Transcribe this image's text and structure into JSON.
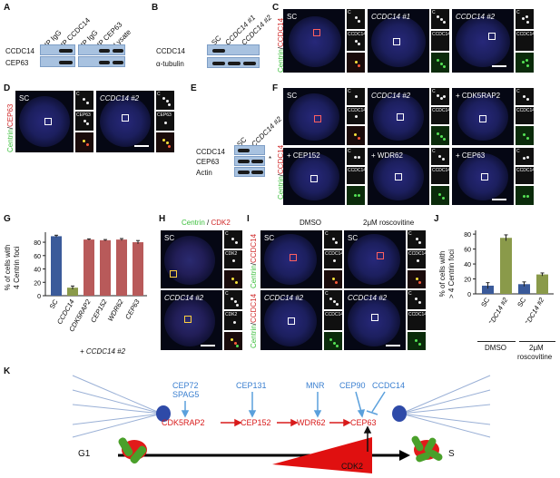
{
  "panels": {
    "A": {
      "label": "A",
      "lanes": [
        "IP IgG",
        "IP CCDC14",
        "IP IgG",
        "IP CEP63",
        "Lysate"
      ],
      "rows": [
        "CCDC14",
        "CEP63"
      ]
    },
    "B": {
      "label": "B",
      "lanes": [
        "SC",
        "CCDC14 #1",
        "CCDC14 #2"
      ],
      "rows": [
        "CCDC14",
        "α-tubulin"
      ]
    },
    "C": {
      "label": "C",
      "stain_a": "Centrin",
      "stain_sep": "/",
      "stain_b": "CCDC14",
      "cells": [
        "SC",
        "CCDC14 #1",
        "CCDC14 #2"
      ],
      "inset_c": "C",
      "inset_label": "CCDC14"
    },
    "D": {
      "label": "D",
      "stain_a": "Centrin",
      "stain_sep": "/",
      "stain_b": "CEP63",
      "cells": [
        "SC",
        "CCDC14 #2"
      ],
      "inset_c": "C",
      "inset_label": "CEP63"
    },
    "E": {
      "label": "E",
      "lanes": [
        "SC",
        "CCDC14 #2"
      ],
      "rows": [
        "CCDC14",
        "CEP63",
        "Actin"
      ],
      "asterisk": "*"
    },
    "F": {
      "label": "F",
      "stain_a": "Centrin",
      "stain_sep": "/",
      "stain_b": "CCDC14",
      "cells": [
        "SC",
        "CCDC14 #2",
        "+ CDK5RAP2",
        "+ CEP152",
        "+ WDR62",
        "+ CEP63"
      ],
      "inset_c": "C",
      "inset_label": "CCDC14"
    },
    "G": {
      "label": "G",
      "ylabel_1": "% of cells with",
      "ylabel_2": "4 Centrin foci",
      "yticks": [
        "0",
        "20",
        "40",
        "60",
        "80"
      ],
      "footnote": "+ CCDC14 #2"
    },
    "H": {
      "label": "H",
      "stain_a": "Centrin",
      "stain_sep": "/",
      "stain_b": "CDK2",
      "cells": [
        "SC",
        "CCDC14 #2"
      ],
      "inset_c": "C",
      "inset_label": "CDK2"
    },
    "I": {
      "label": "I",
      "conditions": [
        "DMSO",
        "2μM roscovitine"
      ],
      "stain_a": "Centrin",
      "stain_sep": "/",
      "stain_b": "CCDC14",
      "cells": [
        "SC",
        "SC",
        "CCDC14 #2",
        "CCDC14 #2"
      ],
      "inset_c": "C",
      "inset_label": "CCDC14"
    },
    "J": {
      "label": "J",
      "ylabel_1": "% of cells with",
      "ylabel_2": "> 4 Centrin foci",
      "yticks": [
        "0",
        "20",
        "40",
        "60",
        "80"
      ],
      "groups": [
        "DMSO",
        "2μM",
        "roscovitine"
      ]
    },
    "K": {
      "label": "K",
      "regulators": [
        "CEP72",
        "SPAG5",
        "CEP131",
        "MNR",
        "CEP90",
        "CCDC14"
      ],
      "pathway": [
        "CDK5RAP2",
        "CEP152",
        "WDR62",
        "CEP63"
      ],
      "kinase": "CDK2",
      "start": "G1",
      "end": "S"
    }
  },
  "chart_data": [
    {
      "type": "bar",
      "panel": "G",
      "categories": [
        "SC",
        "CCDC14",
        "CDK5RAP2",
        "CEP152",
        "WDR62",
        "CEP63"
      ],
      "values": [
        89,
        12,
        84,
        83,
        84,
        80
      ],
      "errors": [
        1.5,
        2.5,
        1,
        1,
        1.5,
        2.5
      ],
      "colors": [
        "#3a5a9a",
        "#8a9a4a",
        "#b85a5a",
        "#b85a5a",
        "#b85a5a",
        "#b85a5a"
      ],
      "ylabel": "% of cells with 4 Centrin foci",
      "ylim": [
        0,
        95
      ]
    },
    {
      "type": "bar",
      "panel": "J",
      "categories": [
        "SC",
        "CCDC14 #2",
        "SC",
        "CCDC14 #2"
      ],
      "values": [
        11,
        75,
        13,
        26
      ],
      "errors": [
        4,
        4,
        3,
        2
      ],
      "colors": [
        "#3a5a9a",
        "#8a9a4a",
        "#3a5a9a",
        "#8a9a4a"
      ],
      "ylabel": "% of cells with > 4 Centrin foci",
      "ylim": [
        0,
        85
      ]
    }
  ]
}
